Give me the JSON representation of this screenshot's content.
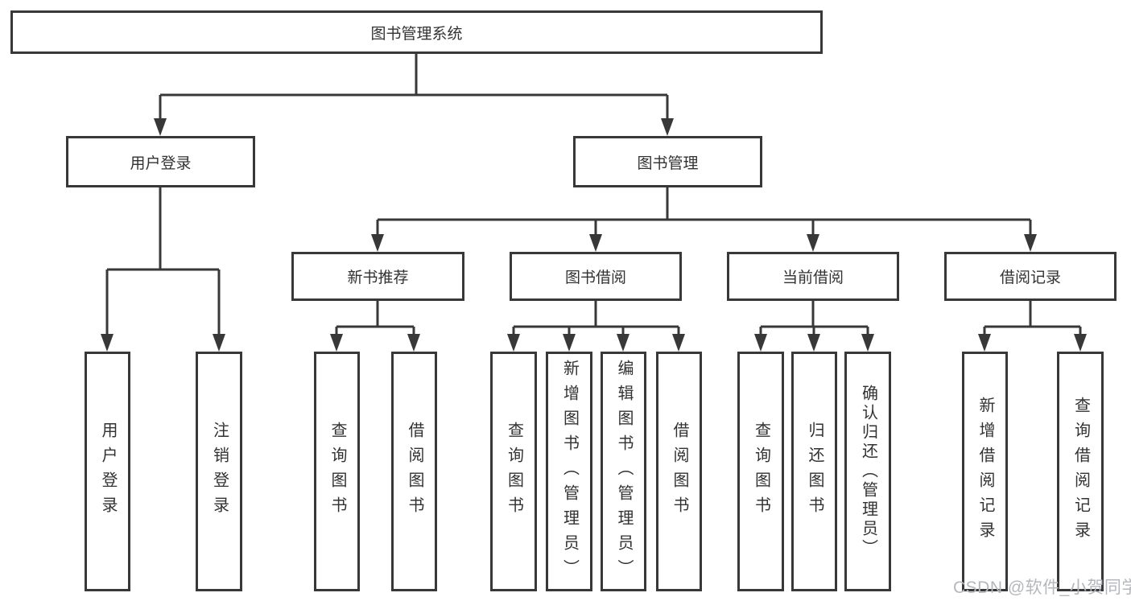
{
  "diagram": {
    "type": "tree",
    "root": {
      "label": "图书管理系统",
      "children": [
        {
          "label": "用户登录",
          "children": [
            {
              "label": "用户登录"
            },
            {
              "label": "注销登录"
            }
          ]
        },
        {
          "label": "图书管理",
          "children": [
            {
              "label": "新书推荐",
              "children": [
                {
                  "label": "查询图书"
                },
                {
                  "label": "借阅图书"
                }
              ]
            },
            {
              "label": "图书借阅",
              "children": [
                {
                  "label": "查询图书"
                },
                {
                  "label": "新增图书（管理员）"
                },
                {
                  "label": "编辑图书（管理员）"
                },
                {
                  "label": "借阅图书"
                }
              ]
            },
            {
              "label": "当前借阅",
              "children": [
                {
                  "label": "查询图书"
                },
                {
                  "label": "归还图书"
                },
                {
                  "label": "确认归还（管理员）"
                }
              ]
            },
            {
              "label": "借阅记录",
              "children": [
                {
                  "label": "新增借阅记录"
                },
                {
                  "label": "查询借阅记录"
                }
              ]
            }
          ]
        }
      ]
    }
  },
  "watermark": {
    "text": "CSDN @软件_小贺同学"
  },
  "colors": {
    "line": "#383838",
    "box_border": "#383838",
    "text": "#323232",
    "watermark": "#b4b7bc",
    "background": "#ffffff"
  }
}
